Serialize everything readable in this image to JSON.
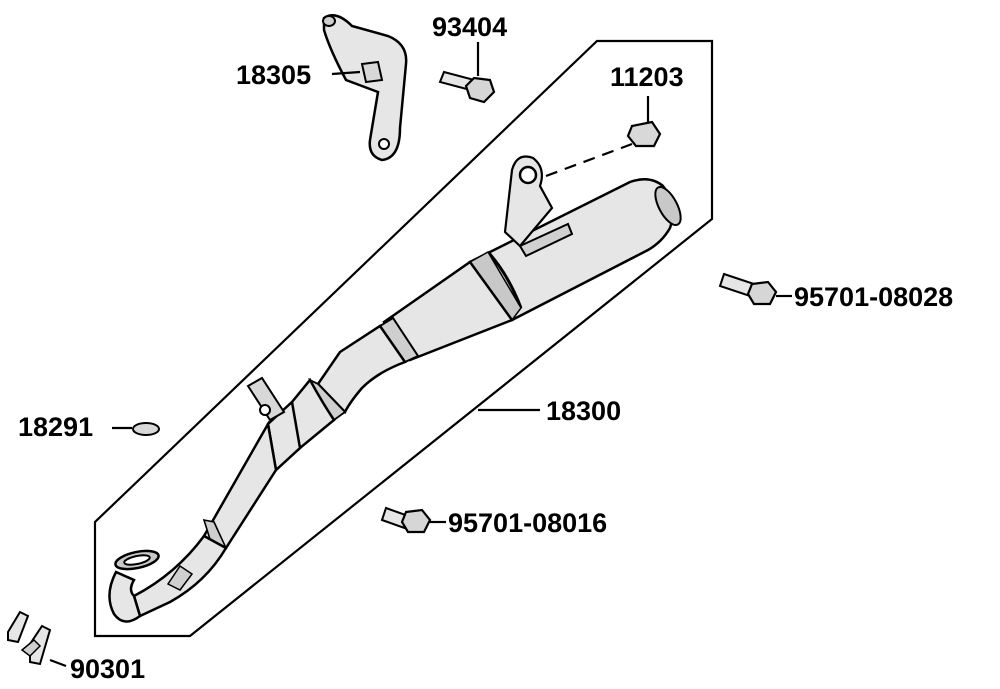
{
  "diagram": {
    "colors": {
      "ink": "#000000",
      "part_fill": "#e6e6e6",
      "part_shade": "#c8c8c8",
      "background": "#ffffff"
    },
    "part_numbers": {
      "p18305": "18305",
      "p93404": "93404",
      "p11203": "11203",
      "p95701_08028": "95701-08028",
      "p18291": "18291",
      "p18300": "18300",
      "p95701_08016": "95701-08016",
      "p90301": "90301"
    }
  }
}
